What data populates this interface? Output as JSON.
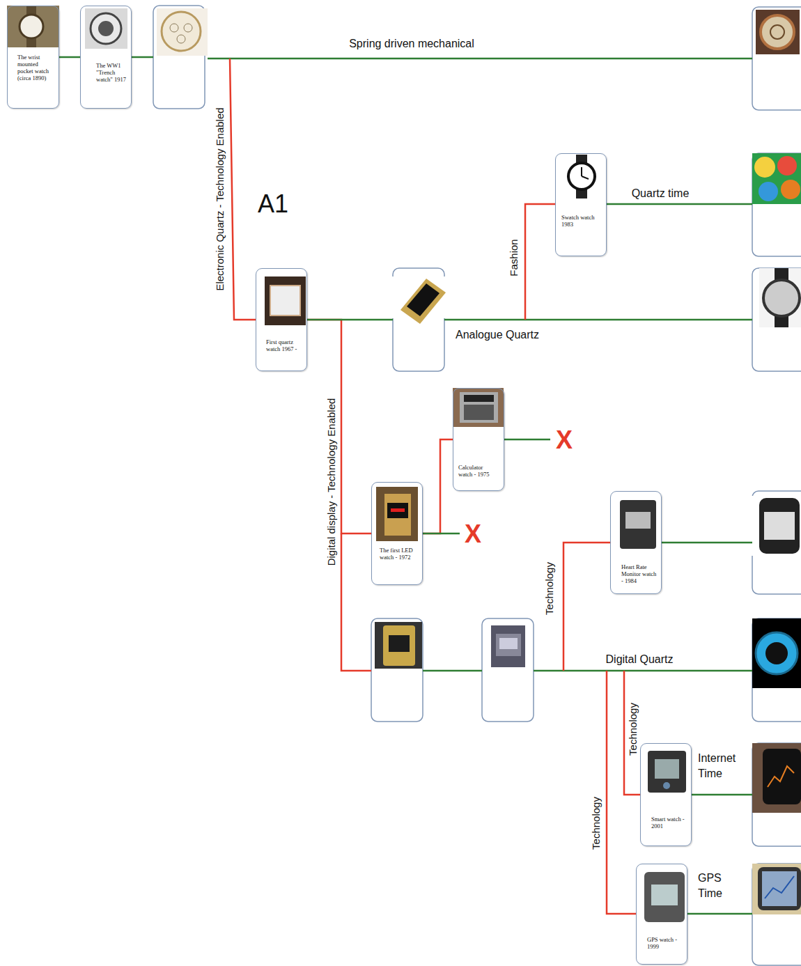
{
  "diagram": {
    "nodes": [
      {
        "text": [
          "The wrist mounted pocket watch (circa 1890)"
        ]
      },
      {
        "text": [
          "The WW1 \"Trench watch\" 1917"
        ]
      },
      {
        "text": [
          "Swatch watch 1983"
        ]
      },
      {
        "text": [
          "First quartz watch 1967 -"
        ]
      },
      {
        "text": [
          "Calculator watch - 1975"
        ]
      },
      {
        "text": [
          "The first LED watch - 1972"
        ]
      },
      {
        "text": [
          "Heart Rate Monitor watch - 1984"
        ]
      },
      {
        "text": [
          "Smart watch - 2001"
        ]
      },
      {
        "text": [
          "GPS watch - 1999"
        ]
      }
    ],
    "edges": [
      {
        "from": 0,
        "to": 1,
        "arrow": "none"
      },
      {
        "from": 3,
        "to": 5,
        "label": "Digital display - Technology Enabled",
        "arrow": "none"
      },
      {
        "from": 5,
        "to": 4,
        "arrow": "none"
      }
    ],
    "labels": [
      "Spring driven mechanical",
      "A1",
      "Electronic Quartz - Technology Enabled",
      "Fashion",
      "Quartz time",
      "Analogue Quartz",
      "X",
      "X",
      "Technology",
      "Digital Quartz",
      "Technology",
      "Technology",
      "Internet Time",
      "GPS Time"
    ]
  }
}
